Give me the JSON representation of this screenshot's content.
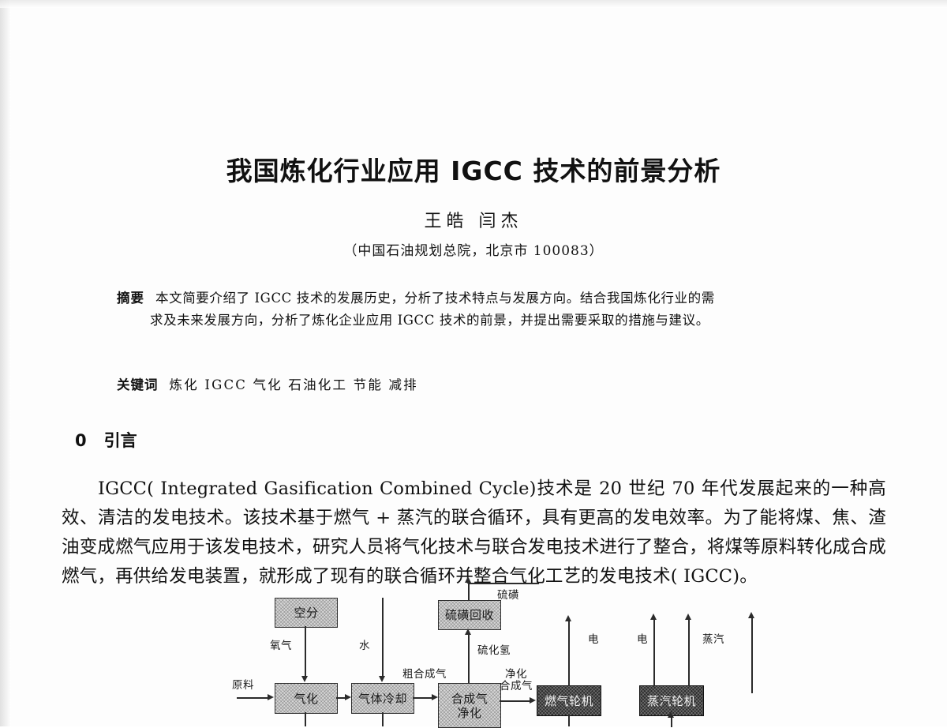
{
  "document": {
    "title": "我国炼化行业应用 IGCC 技术的前景分析",
    "authors": "王皓    闫杰",
    "affiliation": "（中国石油规划总院，北京市 100083）",
    "abstract": {
      "label": "摘要",
      "line1": "本文简要介绍了 IGCC 技术的发展历史，分析了技术特点与发展方向。结合我国炼化行业的需",
      "line2": "求及未来发展方向，分析了炼化企业应用 IGCC 技术的前景，并提出需要采取的措施与建议。"
    },
    "keywords": {
      "label": "关键词",
      "text": "炼化 IGCC 气化 石油化工 节能 减排"
    },
    "section": {
      "number": "0",
      "heading": "引言",
      "body": "IGCC( Integrated Gasification Combined Cycle)技术是 20 世纪 70 年代发展起来的一种高效、清洁的发电技术。该技术基于燃气 + 蒸汽的联合循环，具有更高的发电效率。为了能将煤、焦、渣油变成燃气应用于该发电技术，研究人员将气化技术与联合发电技术进行了整合，将煤等原料转化成合成燃气，再供给发电装置，就形成了现有的联合循环并整合气化工艺的发电技术( IGCC)。"
    },
    "figure": {
      "boxes": {
        "air_separation": "空分",
        "gasification": "气化",
        "gas_cooling": "气体冷却",
        "syngas_purification": "合成气\n净化",
        "sulfur_recovery": "硫磺回收",
        "gas_turbine": "燃气轮机",
        "steam_turbine": "蒸汽轮机"
      },
      "flow_labels": {
        "oxygen": "氧气",
        "water": "水",
        "feedstock": "原料",
        "raw_syngas": "粗合成气",
        "hydrogen_sulfide": "硫化氢",
        "sulfur": "硫磺",
        "clean_syngas": "净化\n合成气",
        "power_gas_turbine": "电",
        "power_steam_turbine": "电",
        "steam": "蒸汽"
      }
    }
  }
}
